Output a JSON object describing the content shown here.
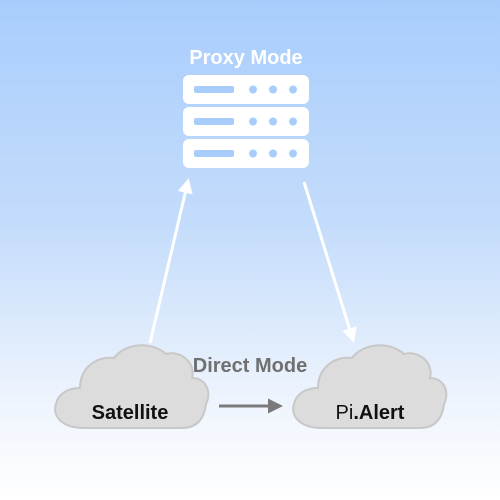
{
  "proxy": {
    "title": "Proxy Mode",
    "icon": "server-rack-icon"
  },
  "direct": {
    "title": "Direct Mode"
  },
  "satellite": {
    "label": "Satellite",
    "icon": "cloud-icon"
  },
  "pialert": {
    "label_prefix": "Pi",
    "label_suffix": ".Alert",
    "icon": "cloud-icon"
  },
  "colors": {
    "proxy_title": "#ffffff",
    "server_icon": "#ffffff",
    "server_dots": "#a9cdfb",
    "arrow_proxy": "#ffffff",
    "arrow_direct": "#7a7a7a",
    "direct_title": "#707070",
    "cloud_fill": "#dcdcdc",
    "cloud_stroke": "#c8c8c8",
    "label_text": "#111111"
  }
}
